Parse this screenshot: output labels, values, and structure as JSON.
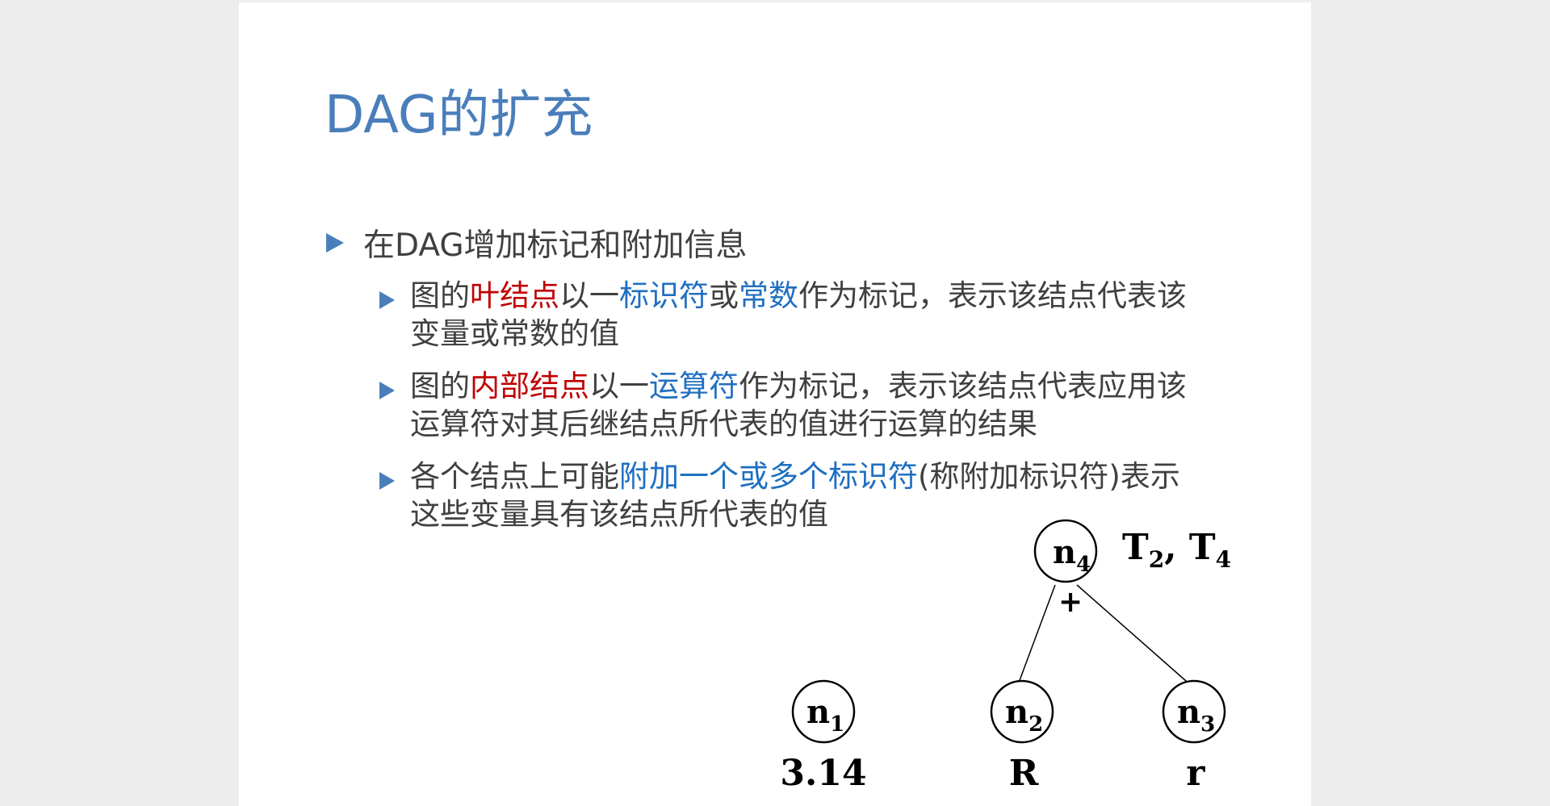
{
  "title": "DAG的扩充",
  "bullets": {
    "main": "在DAG增加标记和附加信息",
    "sub1": {
      "p1": "图的",
      "h1": "叶结点",
      "p2": "以一",
      "h2": "标识符",
      "p3": "或",
      "h3": "常数",
      "p4": "作为标记，表示该结点代表该",
      "line2": "变量或常数的值"
    },
    "sub2": {
      "p1": "图的",
      "h1": "内部结点",
      "p2": "以一",
      "h2": "运算符",
      "p3": "作为标记，表示该结点代表应用该",
      "line2": "运算符对其后继结点所代表的值进行运算的结果"
    },
    "sub3": {
      "p1": "各个结点上可能",
      "h1": "附加一个或多个标识符",
      "p2": "(称附加标识符)表示",
      "line2": "这些变量具有该结点所代表的值"
    }
  },
  "dag": {
    "n4": {
      "label": "n",
      "sub": "4",
      "op": "+",
      "attached": {
        "t1": "T",
        "t1sub": "2",
        "sep": ", ",
        "t2": "T",
        "t2sub": "4"
      }
    },
    "n1": {
      "label": "n",
      "sub": "1",
      "value": "3.14"
    },
    "n2": {
      "label": "n",
      "sub": "2",
      "value": "R"
    },
    "n3": {
      "label": "n",
      "sub": "3",
      "value": "r"
    }
  }
}
